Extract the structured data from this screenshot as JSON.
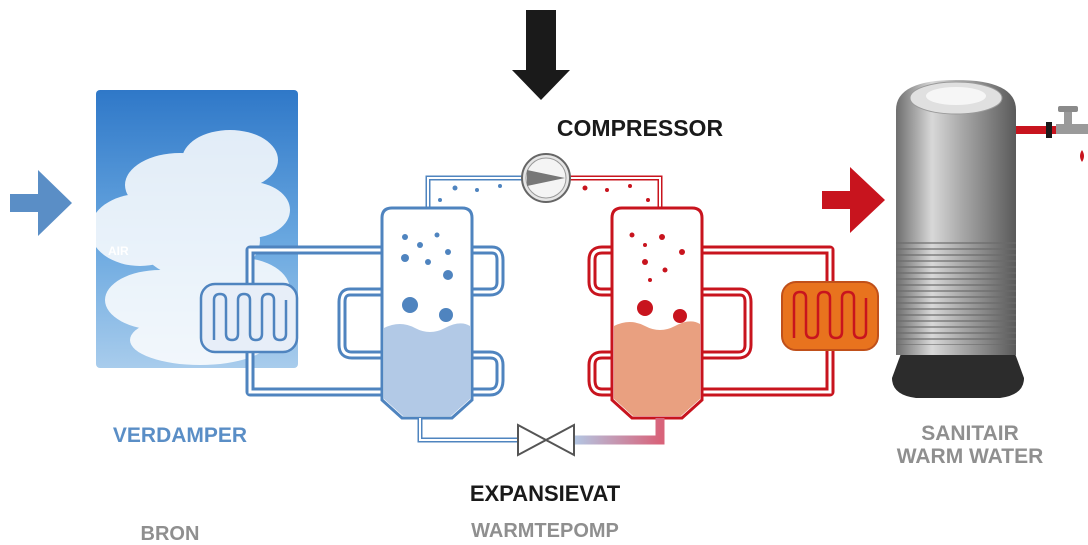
{
  "labels": {
    "compressor": "COMPRESSOR",
    "verdamper": "VERDAMPER",
    "sanitair_line1": "SANITAIR",
    "sanitair_line2": "WARM WATER",
    "expansievat": "EXPANSIEVAT",
    "bron": "BRON",
    "warmtepomp": "WARMTEPOMP",
    "air": "AIR"
  },
  "colors": {
    "cold": "#4f84bf",
    "hot": "#c8141e",
    "cold_liquid": "#b2c9e6",
    "hot_liquid": "#e9a080",
    "arrow_dark": "#1a1a1a",
    "heater": "#e8731e"
  },
  "icons": [
    "down-arrow-icon",
    "right-arrow-icon",
    "compressor-icon",
    "expansion-valve-icon",
    "coil-icon",
    "water-tap-icon"
  ]
}
